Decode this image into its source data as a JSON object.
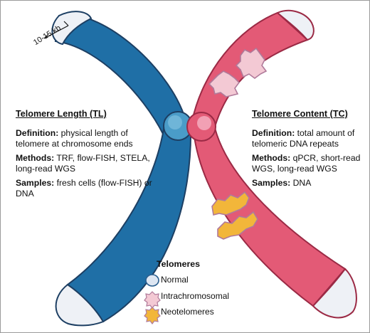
{
  "scale": {
    "label": "10-15 kb"
  },
  "telomere_length": {
    "heading": "Telomere Length (TL)",
    "definition_label": "Definition:",
    "definition_text": "physical length of telomere at chromosome ends",
    "methods_label": "Methods:",
    "methods_text": "TRF, flow-FISH, STELA, long-read WGS",
    "samples_label": "Samples:",
    "samples_text": "fresh cells (flow-FISH) or DNA"
  },
  "telomere_content": {
    "heading": "Telomere Content (TC)",
    "definition_label": "Definition:",
    "definition_text": "total amount of telomeric DNA repeats",
    "methods_label": "Methods:",
    "methods_text": "qPCR, short-read WGS, long-read WGS",
    "samples_label": "Samples:",
    "samples_text": "DNA"
  },
  "legend": {
    "title": "Telomeres",
    "items": [
      {
        "label": "Normal",
        "color": "#dde6f2"
      },
      {
        "label": "Intrachromosomal",
        "color": "#f3c9d4"
      },
      {
        "label": "Neotelomeres",
        "color": "#f2b63a"
      }
    ]
  },
  "colors": {
    "blue_chromatid": "#1f6fa6",
    "pink_chromatid": "#e35a76",
    "telomere_cap": "#eef1f6",
    "outline": "#1d3f63"
  }
}
